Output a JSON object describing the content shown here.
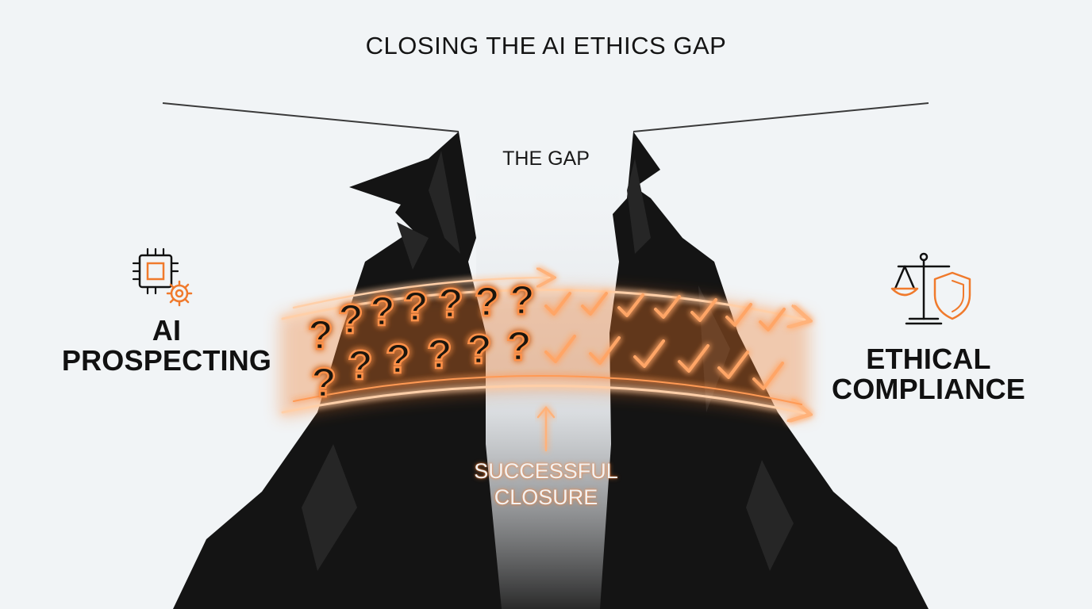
{
  "title": "CLOSING THE AI ETHICS GAP",
  "gap_label": "THE GAP",
  "left": {
    "label_line1": "AI",
    "label_line2": "PROSPECTING",
    "icon": "chip-gear-icon"
  },
  "right": {
    "label_line1": "ETHICAL",
    "label_line2": "COMPLIANCE",
    "icon": "scale-shield-icon"
  },
  "bridge": {
    "closure_line1": "SUCCESSFUL",
    "closure_line2": "CLOSURE",
    "question_mark": "?",
    "check_mark": "✓"
  },
  "colors": {
    "background": "#f1f4f6",
    "cliff": "#121212",
    "accent": "#f07a2c",
    "text": "#141414"
  }
}
